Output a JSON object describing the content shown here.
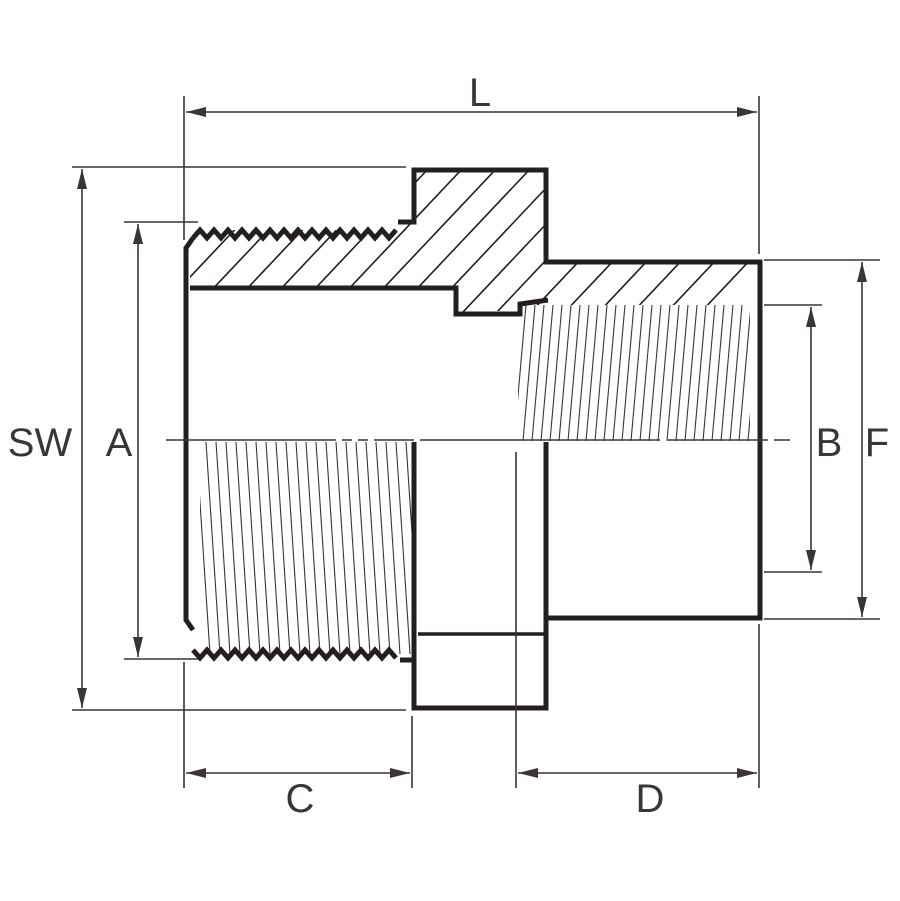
{
  "labels": {
    "L": "L",
    "SW": "SW",
    "A": "A",
    "B": "B",
    "F": "F",
    "C": "C",
    "D": "D"
  },
  "colors": {
    "line": "#231f20",
    "dim": "#3a3536",
    "background": "#ffffff"
  }
}
